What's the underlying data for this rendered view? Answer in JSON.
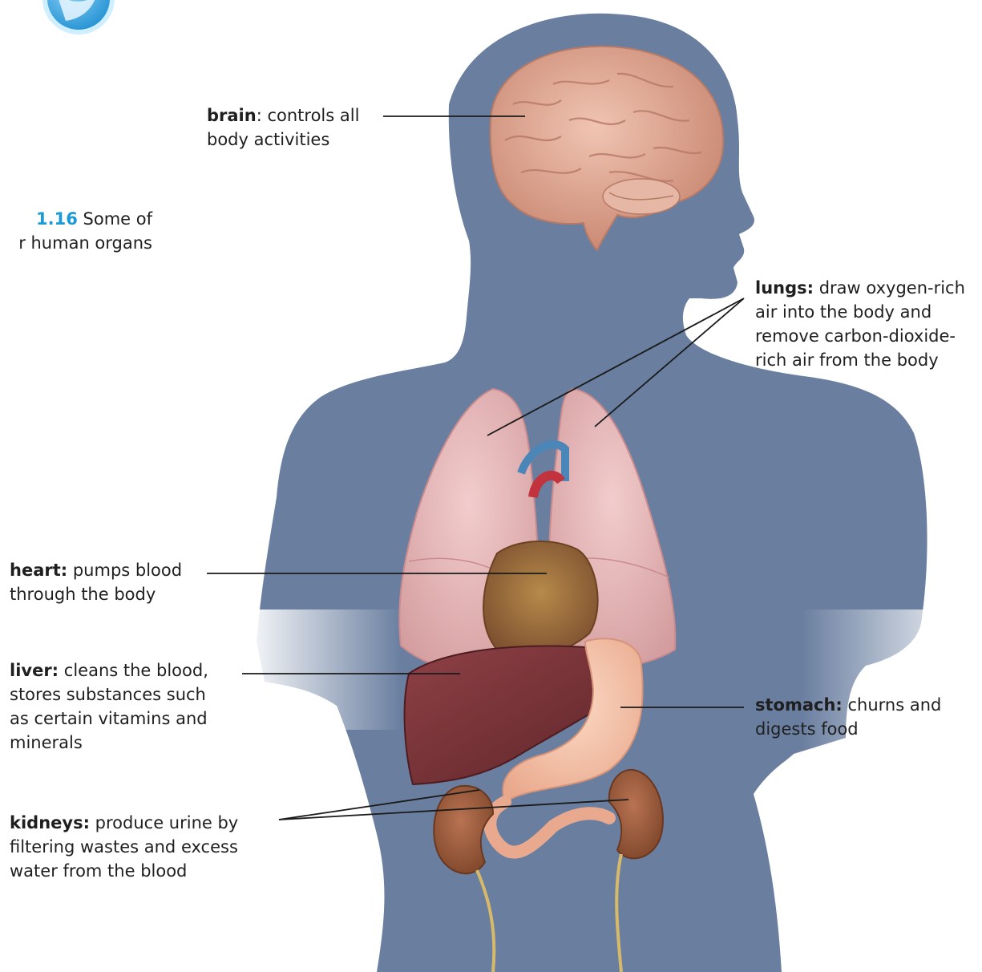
{
  "caption": {
    "figure_number": "1.16",
    "text_line1": "Some of",
    "text_line2": "r human organs"
  },
  "icon": {
    "name": "globe-icon",
    "color": "#2a9fe0"
  },
  "colors": {
    "body_silhouette": "#6a7fa0",
    "brain": "#d9a08c",
    "lungs": "#e4b2b2",
    "heart": "#9a6a3a",
    "liver": "#7a3438",
    "stomach": "#f2c2a8",
    "kidneys": "#9a5a3a",
    "figure_number": "#1a9ad6"
  },
  "labels": {
    "brain": {
      "term": "brain",
      "desc_line1": ": controls all",
      "desc_line2": "body activities"
    },
    "lungs": {
      "term": "lungs:",
      "desc_line1": " draw oxygen-rich",
      "desc_line2": "air into the body and",
      "desc_line3": "remove carbon-dioxide-",
      "desc_line4": "rich air from the body"
    },
    "heart": {
      "term": "heart:",
      "desc_line1": " pumps blood",
      "desc_line2": "through the body"
    },
    "liver": {
      "term": "liver:",
      "desc_line1": " cleans the blood,",
      "desc_line2": "stores substances such",
      "desc_line3": "as certain vitamins and",
      "desc_line4": "minerals"
    },
    "stomach": {
      "term": "stomach:",
      "desc_line1": " churns and",
      "desc_line2": "digests food"
    },
    "kidneys": {
      "term": "kidneys:",
      "desc_line1": " produce urine by",
      "desc_line2": "filtering wastes and excess",
      "desc_line3": "water from the blood"
    }
  }
}
